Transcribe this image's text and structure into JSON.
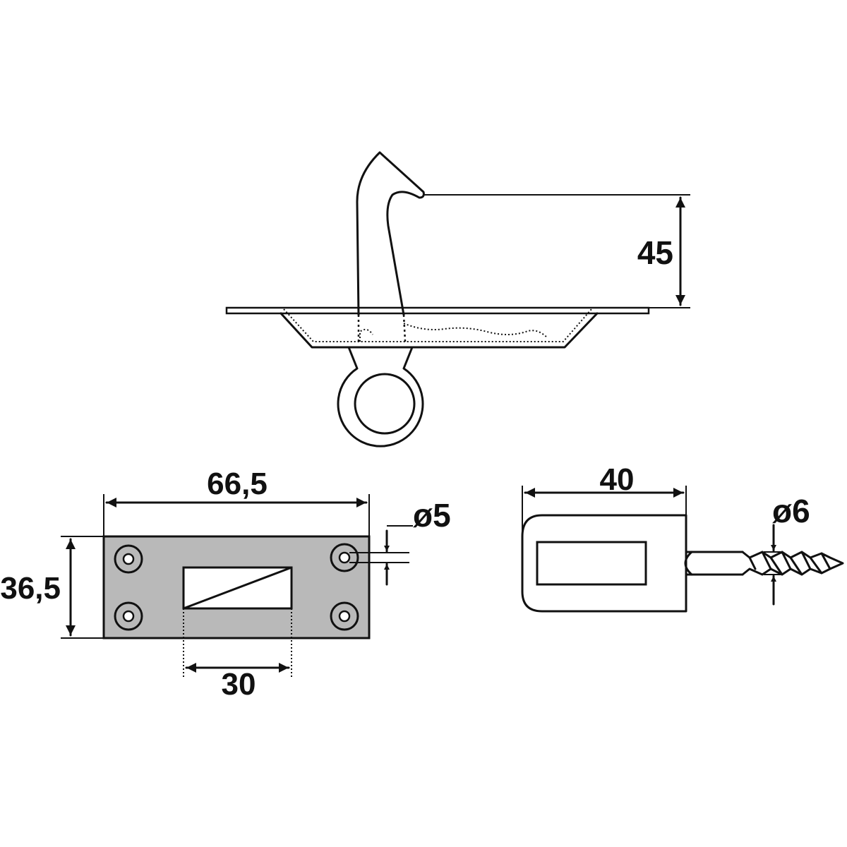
{
  "colors": {
    "line": "#111111",
    "plate_fill": "#b9b9b9",
    "background": "#ffffff"
  },
  "dimensions": {
    "hook_height": "45",
    "plate_width": "66,5",
    "plate_height": "36,5",
    "slot_width": "30",
    "hole_diameter": "ø5",
    "staple_length": "40",
    "screw_diameter": "ø6"
  }
}
